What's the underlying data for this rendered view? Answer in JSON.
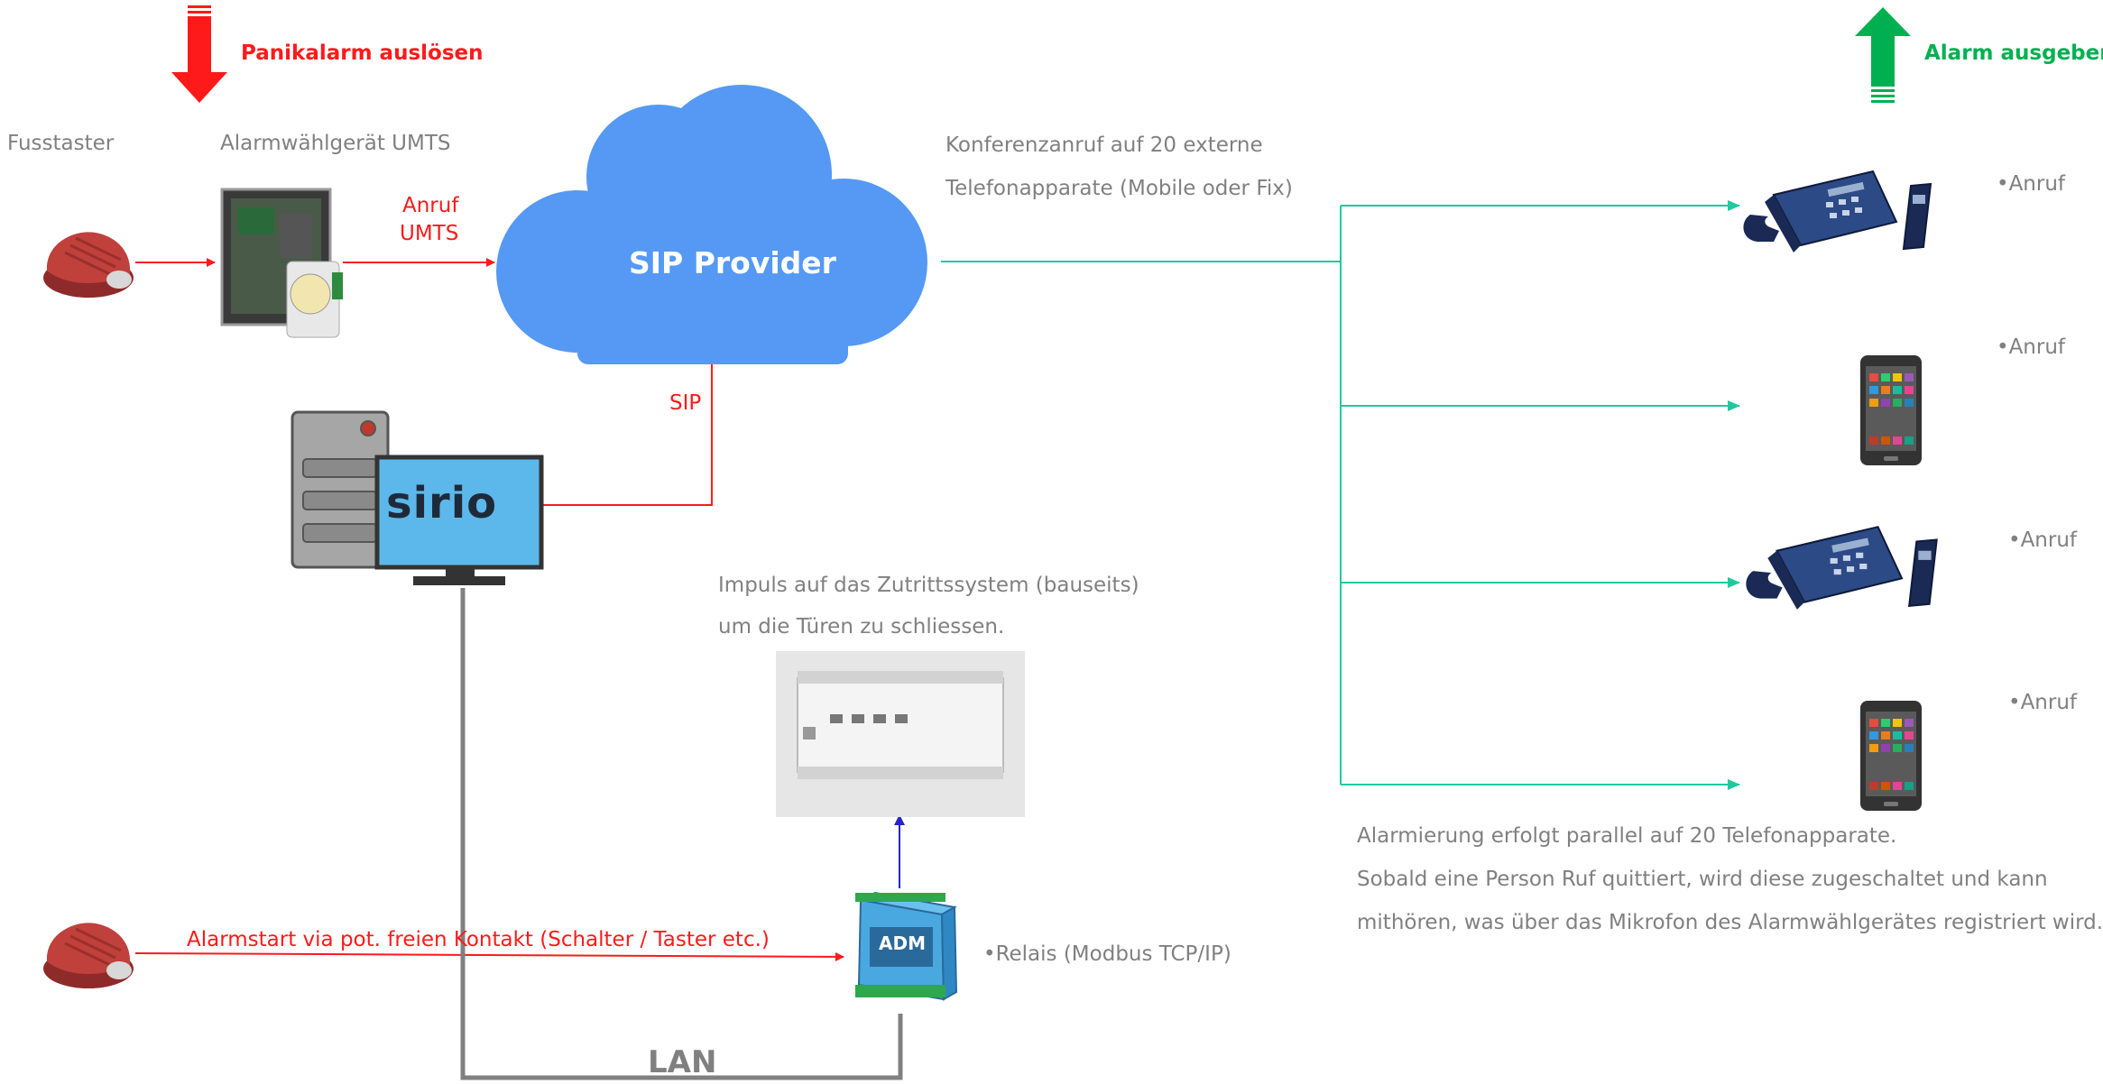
{
  "top": {
    "panic_label": "Panikalarm auslösen",
    "alarm_out_label": "Alarm ausgeben"
  },
  "devices": {
    "foot_switch": "Fusstaster",
    "dialer": "Alarmwählgerät UMTS",
    "call_umts_line1": "Anruf",
    "call_umts_line2": "UMTS",
    "cloud": "SIP Provider",
    "sip": "SIP",
    "monitor_logo": "sirio",
    "lan": "LAN",
    "relay": "•Relais (Modbus TCP/IP)",
    "io_module_logo": "ADM",
    "contact_label": "Alarmstart via pot. freien Kontakt (Schalter / Taster etc.)"
  },
  "notes": {
    "conference_line1": "Konferenzanruf auf 20 externe",
    "conference_line2": "Telefonapparate (Mobile oder Fix)",
    "impulse_line1": "Impuls auf das Zutrittssystem (bauseits)",
    "impulse_line2": "um die Türen zu schliessen.",
    "parallel_line1": "Alarmierung erfolgt parallel auf 20 Telefonapparate.",
    "parallel_line2": "Sobald eine Person Ruf quittiert, wird diese zugeschaltet und kann",
    "parallel_line3": "mithören, was über das Mikrofon des Alarmwählgerätes registriert wird."
  },
  "endpoints": [
    {
      "type": "desk-phone",
      "label": "•Anruf"
    },
    {
      "type": "mobile-phone",
      "label": "•Anruf"
    },
    {
      "type": "desk-phone",
      "label": "•Anruf"
    },
    {
      "type": "mobile-phone",
      "label": "•Anruf"
    }
  ],
  "colors": {
    "red": "#ff1a1a",
    "green": "#00b050",
    "teal": "#1fc9a0",
    "blue": "#2525c8",
    "cloud": "#5599f4",
    "lan_gray": "#808080"
  }
}
